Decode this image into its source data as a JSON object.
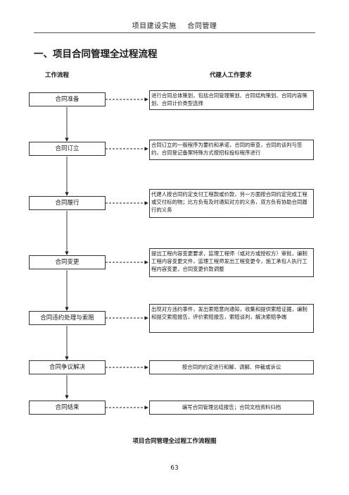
{
  "header": {
    "left_text": "项目建设实施",
    "right_text": "合同管理"
  },
  "section_title": "一、项目合同管理全过程流程",
  "columns": {
    "left": "工作流程",
    "right": "代建人工作要求"
  },
  "steps": [
    {
      "label": "合同准备",
      "requirement": "进行合同总体策划，包括合同管理策划、合同结构策划、合同内容策划、合同计价类型选择"
    },
    {
      "label": "合同订立",
      "requirement": "合同订立的一般程序为要约和承诺，合同的审查，合同的谈判与签约，合同登记备案特殊方式按招标投标程序进行"
    },
    {
      "label": "合同履行",
      "requirement": "代建人按合同约定支付工程款或价款，另一方面按合同约定完成工程或交付标的物；比方负有及时通知对方的义务，双方负有协助合同履行的义务"
    },
    {
      "label": "合同变更",
      "requirement": "提出工程内容变更要求，监理工程师（或对方或授权方）审批，编制工程内容变更文件，监理工程师发出工程变更令，施工承包人执行工程内容变更，合同变更价款调整"
    },
    {
      "label": "合同违约处理与索赔",
      "requirement": "出现对方违约事件，发出索赔意向通知，收集和提供索赔证据，编制和提交索赔报告，评价索赔报告，索赔谈判，解决索赔争端"
    },
    {
      "label": "合同争议解决",
      "requirement": "按合同的约定进行和解、调解、仲裁或诉讼"
    },
    {
      "label": "合同结束",
      "requirement": "编写合同管理总结报告；合同文档资料归档"
    }
  ],
  "caption": "项目合同管理全过程工作流程图",
  "page_number": "63"
}
